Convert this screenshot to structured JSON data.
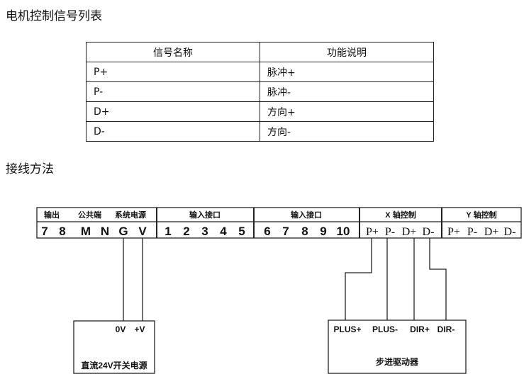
{
  "title1": "电机控制信号列表",
  "title2": "接线方法",
  "table": {
    "headers": [
      "信号名称",
      "功能说明"
    ],
    "rows": [
      [
        "P+",
        "脉冲+"
      ],
      [
        "P-",
        "脉冲-"
      ],
      [
        "D+",
        "方向+"
      ],
      [
        "D-",
        "方向-"
      ]
    ]
  },
  "diagram": {
    "groups": [
      {
        "labels": [
          "输出",
          "公共端",
          "系统电源"
        ],
        "terminals": [
          "7",
          "8",
          "M",
          "N",
          "G",
          "V"
        ]
      },
      {
        "labels": [
          "输入接口"
        ],
        "terminals": [
          "1",
          "2",
          "3",
          "4",
          "5"
        ]
      },
      {
        "labels": [
          "输入接口"
        ],
        "terminals": [
          "6",
          "7",
          "8",
          "9",
          "10"
        ]
      },
      {
        "labels": [
          "X 轴控制"
        ],
        "terminals": [
          "P+",
          "P-",
          "D+",
          "D-"
        ]
      },
      {
        "labels": [
          "Y 轴控制"
        ],
        "terminals": [
          "P+",
          "P-",
          "D+",
          "D-"
        ]
      }
    ],
    "power": {
      "name": "直流24V开关电源",
      "pins": [
        "0V",
        "+V"
      ]
    },
    "driver": {
      "name": "步进驱动器",
      "pins": [
        "PLUS+",
        "PLUS-",
        "DIR+",
        "DIR-"
      ]
    }
  }
}
